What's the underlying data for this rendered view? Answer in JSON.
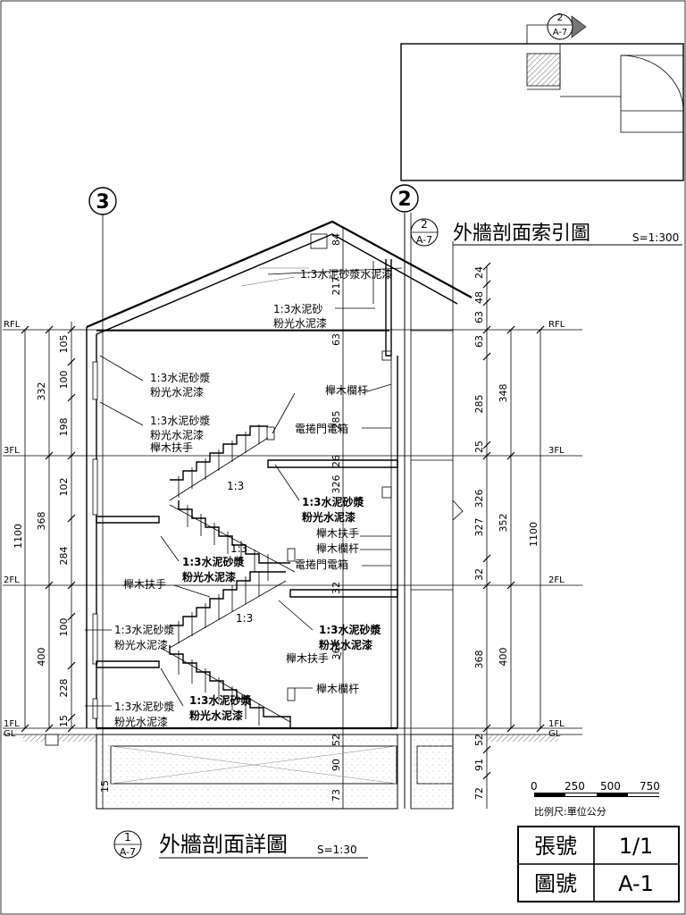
{
  "key_plan": {
    "marker": {
      "num": "2",
      "sheet": "A-7"
    }
  },
  "grid_lines": [
    {
      "id": "3",
      "label": "3"
    },
    {
      "id": "2",
      "label": "2"
    }
  ],
  "section_index_title": {
    "marker": {
      "num": "2",
      "sheet": "A-7"
    },
    "title": "外牆剖面索引圖",
    "scale": "S=1:300"
  },
  "main_title": {
    "marker": {
      "num": "1",
      "sheet": "A-7"
    },
    "title": "外牆剖面詳圖",
    "scale": "S=1:30"
  },
  "levels": {
    "left": [
      "RFL",
      "3FL",
      "2FL",
      "1FL",
      "GL"
    ],
    "right": [
      "RFL",
      "3FL",
      "2FL",
      "1FL",
      "GL"
    ]
  },
  "left_dims": {
    "outer": [
      "1100"
    ],
    "middle": [
      "332",
      "368",
      "400"
    ],
    "inner": [
      "105",
      "100",
      "198",
      "102",
      "284",
      "100",
      "228",
      "15"
    ],
    "footing": "15"
  },
  "right_dims": {
    "outer": [
      "1100"
    ],
    "middle": [
      "348",
      "352",
      "400"
    ],
    "inner": [
      "24",
      "48",
      "63",
      "63",
      "285",
      "25",
      "326",
      "327",
      "32",
      "368",
      "52",
      "91",
      "72"
    ]
  },
  "center_dims": [
    "84",
    "217",
    "63",
    "285",
    "26",
    "326",
    "32",
    "368",
    "52",
    "90",
    "73"
  ],
  "roof_note": "1:3水泥砂漿水泥漆",
  "notes": [
    {
      "id": "n1",
      "lines": [
        "1:3水泥砂",
        "粉光水泥漆"
      ]
    },
    {
      "id": "n2",
      "lines": [
        "1:3水泥砂漿",
        "粉光水泥漆"
      ]
    },
    {
      "id": "n3",
      "lines": [
        "1:3水泥砂漿",
        "粉光水泥漆"
      ]
    },
    {
      "id": "n4",
      "lines": [
        "櫸木扶手"
      ]
    },
    {
      "id": "n5",
      "lines": [
        "櫸木欄杆"
      ]
    },
    {
      "id": "n6",
      "lines": [
        "電捲門電箱"
      ]
    },
    {
      "id": "n7",
      "lines": [
        "1:3水泥砂漿",
        "粉光水泥漆"
      ]
    },
    {
      "id": "n8",
      "lines": [
        "櫸木扶手"
      ]
    },
    {
      "id": "n9",
      "lines": [
        "櫸木欄杆"
      ]
    },
    {
      "id": "n10",
      "lines": [
        "電捲門電箱"
      ]
    },
    {
      "id": "n11",
      "lines": [
        "1:3水泥砂漿",
        "粉光水泥漆"
      ]
    },
    {
      "id": "n12",
      "lines": [
        "櫸木扶手"
      ]
    },
    {
      "id": "n13",
      "lines": [
        "1:3水泥砂漿",
        "粉光水泥漆"
      ]
    },
    {
      "id": "n14",
      "lines": [
        "1:3水泥砂漿",
        "粉光水泥漆"
      ]
    },
    {
      "id": "n15",
      "lines": [
        "櫸木扶手"
      ]
    },
    {
      "id": "n16",
      "lines": [
        "1:3水泥砂漿",
        "粉光水泥漆"
      ]
    },
    {
      "id": "n17",
      "lines": [
        "1:3水泥砂漿",
        "粉光水泥漆"
      ]
    },
    {
      "id": "n18",
      "lines": [
        "櫸木欄杆"
      ]
    }
  ],
  "slope_labels": [
    "1:3",
    "1:3",
    "1:3"
  ],
  "scale_bar": {
    "ticks": [
      "0",
      "250",
      "500",
      "750"
    ],
    "caption": "比例尺:單位公分"
  },
  "title_block": {
    "rows": [
      {
        "label": "張號",
        "value": "1/1"
      },
      {
        "label": "圖號",
        "value": "A-1"
      }
    ]
  }
}
